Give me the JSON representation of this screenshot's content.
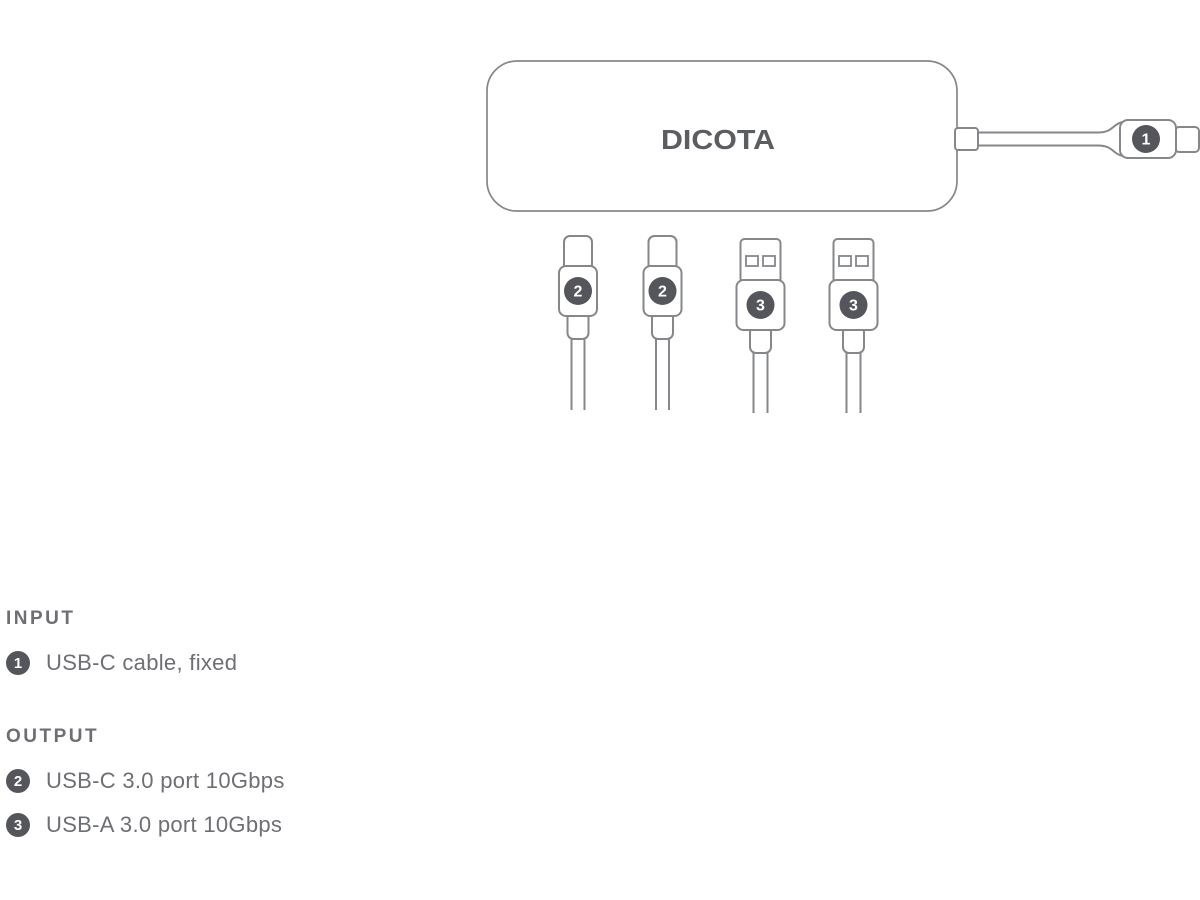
{
  "colors": {
    "outline": "#85878b",
    "badge_background": "#55565c",
    "badge_foreground": "#ffffff",
    "text": "#6d6f74",
    "logo": "#5b5d62"
  },
  "diagram": {
    "logo": "DICOTA",
    "input_connector": {
      "badge": "1",
      "type": "usb-c-fixed-cable"
    },
    "connectors": [
      {
        "badge": "2",
        "type": "usb-c-plug"
      },
      {
        "badge": "2",
        "type": "usb-c-plug"
      },
      {
        "badge": "3",
        "type": "usb-a-plug"
      },
      {
        "badge": "3",
        "type": "usb-a-plug"
      }
    ]
  },
  "legend": {
    "sections": [
      {
        "heading": "INPUT",
        "items": [
          {
            "badge": "1",
            "label": "USB-C cable, fixed"
          }
        ]
      },
      {
        "heading": "OUTPUT",
        "items": [
          {
            "badge": "2",
            "label": "USB-C 3.0 port 10Gbps"
          },
          {
            "badge": "3",
            "label": "USB-A 3.0 port 10Gbps"
          }
        ]
      }
    ]
  }
}
